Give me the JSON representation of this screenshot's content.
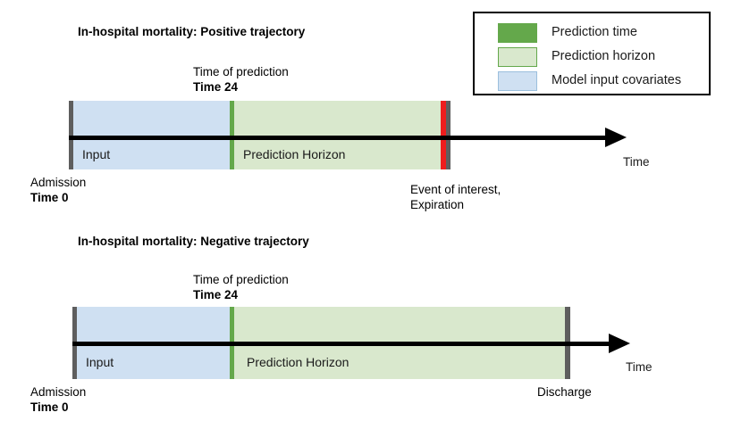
{
  "figure": {
    "legend": {
      "items": [
        {
          "label": "Prediction time",
          "color": "#64a84b",
          "icon": "legend-swatch-icon"
        },
        {
          "label": "Prediction horizon",
          "color": "#d9e8cd",
          "icon": "legend-swatch-icon"
        },
        {
          "label": "Model input covariates",
          "color": "#cfe0f2",
          "icon": "legend-swatch-icon"
        }
      ]
    },
    "panels": [
      {
        "title": "In-hospital mortality: Positive trajectory",
        "prediction_callout": {
          "line1": "Time of prediction",
          "line2": "Time 24"
        },
        "start_label": {
          "line1": "Admission",
          "line2": "Time 0"
        },
        "end_label": {
          "line1": "Event of interest,",
          "line2": "Expiration"
        },
        "input_label": "Input",
        "horizon_label": "Prediction Horizon",
        "axis_label": "Time",
        "end_marker_color": "#ee1d1d"
      },
      {
        "title": "In-hospital mortality: Negative trajectory",
        "prediction_callout": {
          "line1": "Time of prediction",
          "line2": "Time 24"
        },
        "start_label": {
          "line1": "Admission",
          "line2": "Time 0"
        },
        "end_label": {
          "line1": "Discharge",
          "line2": ""
        },
        "input_label": "Input",
        "horizon_label": "Prediction Horizon",
        "axis_label": "Time",
        "end_marker_color": "#5e5e5e"
      }
    ],
    "colors": {
      "prediction_time": "#64a84b",
      "prediction_horizon": "#d9e8cd",
      "model_input": "#cfe0f2",
      "marker_gray": "#5e5e5e",
      "expiration_red": "#ee1d1d",
      "axis": "#000000"
    }
  }
}
